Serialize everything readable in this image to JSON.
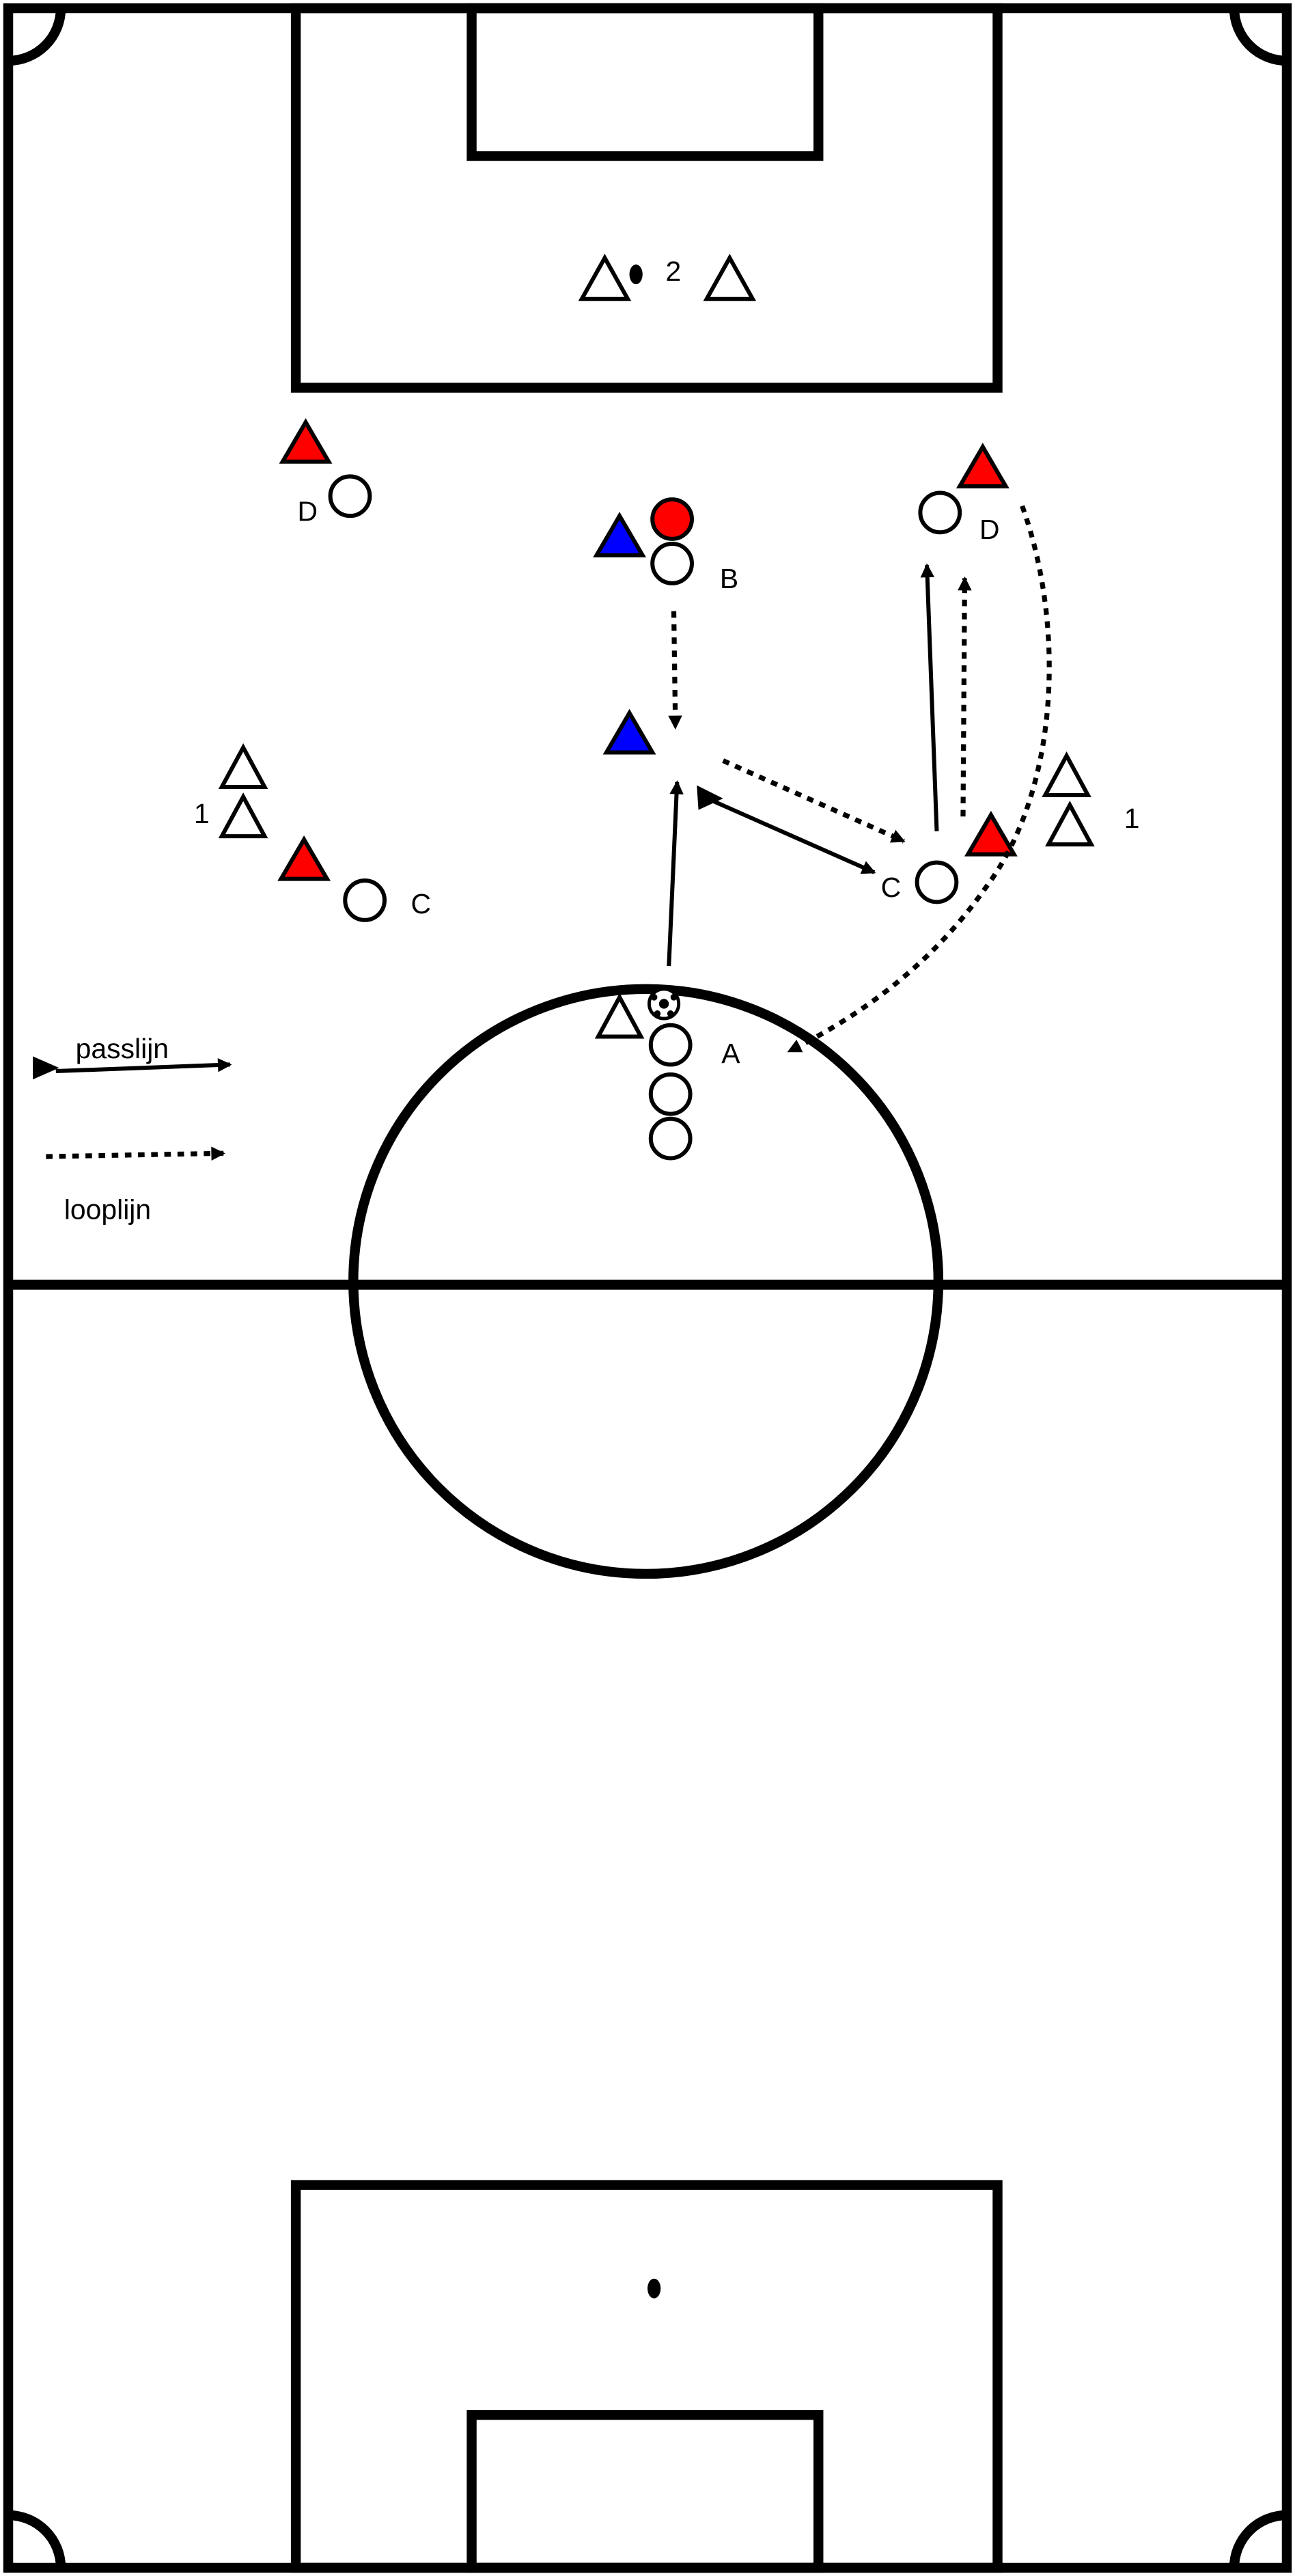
{
  "colors": {
    "red": "#ff0000",
    "blue": "#0000ff",
    "line": "#000000",
    "field": "#ffffff"
  },
  "labels": {
    "top_group_number": "2",
    "left_cone_number": "1",
    "right_cone_number": "1",
    "player_a": "A",
    "player_b": "B",
    "player_c_left": "C",
    "player_c_right": "C",
    "player_d_left": "D",
    "player_d_right": "D"
  },
  "legend": {
    "pass_line": "passlijn",
    "run_line": "looplijn"
  }
}
